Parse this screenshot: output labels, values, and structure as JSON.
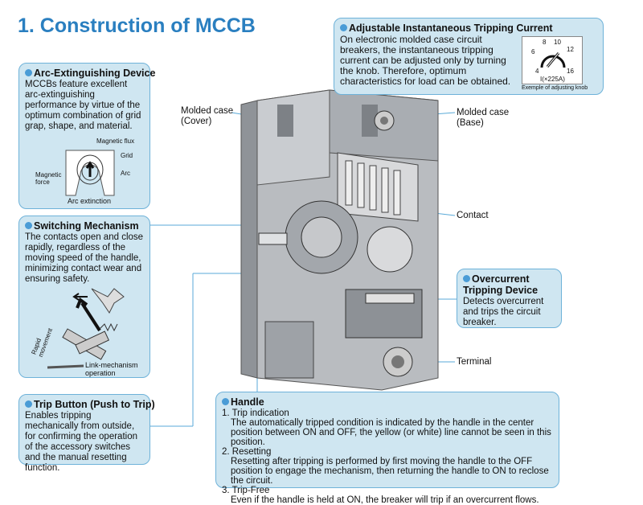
{
  "title": "1. Construction of MCCB",
  "accent_color": "#2a7fc0",
  "box_color": "#cfe6f1",
  "adjustable": {
    "heading": "Adjustable Instantaneous Tripping Current",
    "text": "On electronic molded case circuit breakers, the instantaneous tripping current can be adjusted only by turning the knob. Therefore, optimum characteristics for load can be obtained.",
    "knob_ticks": [
      "4",
      "6",
      "8",
      "10",
      "12",
      "16"
    ],
    "knob_unit": "I(×225A)",
    "knob_caption": "Exemple of adjusting knob"
  },
  "arc": {
    "heading": "Arc-Extinguishing Device",
    "text": "MCCBs feature excellent arc-extinguishing performance by virtue of the optimum combination of grid grap, shape, and material.",
    "labels": {
      "flux": "Magnetic flux",
      "grid": "Grid",
      "arc": "Arc",
      "force": "Magnetic force",
      "caption": "Arc extinction"
    }
  },
  "switching": {
    "heading": "Switching Mechanism",
    "text": "The contacts open and close rapidly, regardless of the moving speed of the handle, minimizing contact wear and ensuring safety.",
    "labels": {
      "rapid": "Rapid movement",
      "caption": "Link-mechanism operation"
    }
  },
  "trip_button": {
    "heading": "Trip Button (Push to Trip)",
    "text": "Enables tripping mechanically from outside, for confirming the operation of the accessory switches and the manual resetting function."
  },
  "overcurrent": {
    "heading": "Overcurrent Tripping Device",
    "text": "Detects overcurrent and trips the circuit breaker."
  },
  "handle": {
    "heading": "Handle",
    "items": [
      {
        "title": "1. Trip indication",
        "body": "The automatically tripped condition is indicated by the handle in the center position between ON and OFF, the yellow (or white) line cannot be seen in this position."
      },
      {
        "title": "2. Resetting",
        "body": "Resetting after tripping is performed by first moving the handle to the OFF position to engage the mechanism, then returning the handle to ON to reclose the circuit."
      },
      {
        "title": "3. Trip-Free",
        "body": "Even if the handle is held at ON, the breaker will trip if an overcurrent flows."
      }
    ]
  },
  "callouts": {
    "cover": "Molded case (Cover)",
    "base": "Molded case (Base)",
    "contact": "Contact",
    "terminal": "Terminal"
  }
}
